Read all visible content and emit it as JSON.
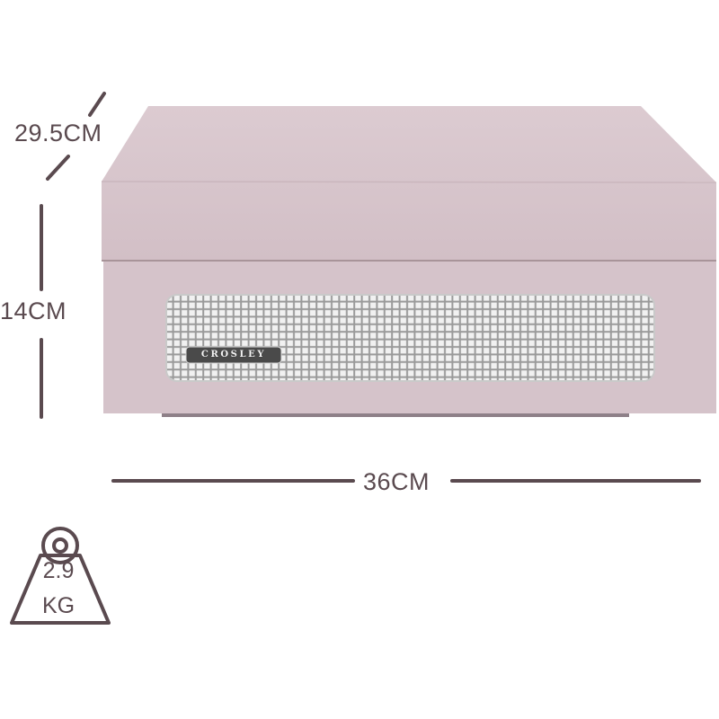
{
  "dimensions": {
    "depth": "29.5CM",
    "height": "14CM",
    "width": "36CM"
  },
  "weight": {
    "value": "2.9",
    "unit": "KG"
  },
  "product": {
    "brand": "CROSLEY",
    "body_color": "#d8c6cc",
    "grille_color": "#e6e6e6"
  },
  "colors": {
    "dimension_lines": "#5a4a4f"
  }
}
